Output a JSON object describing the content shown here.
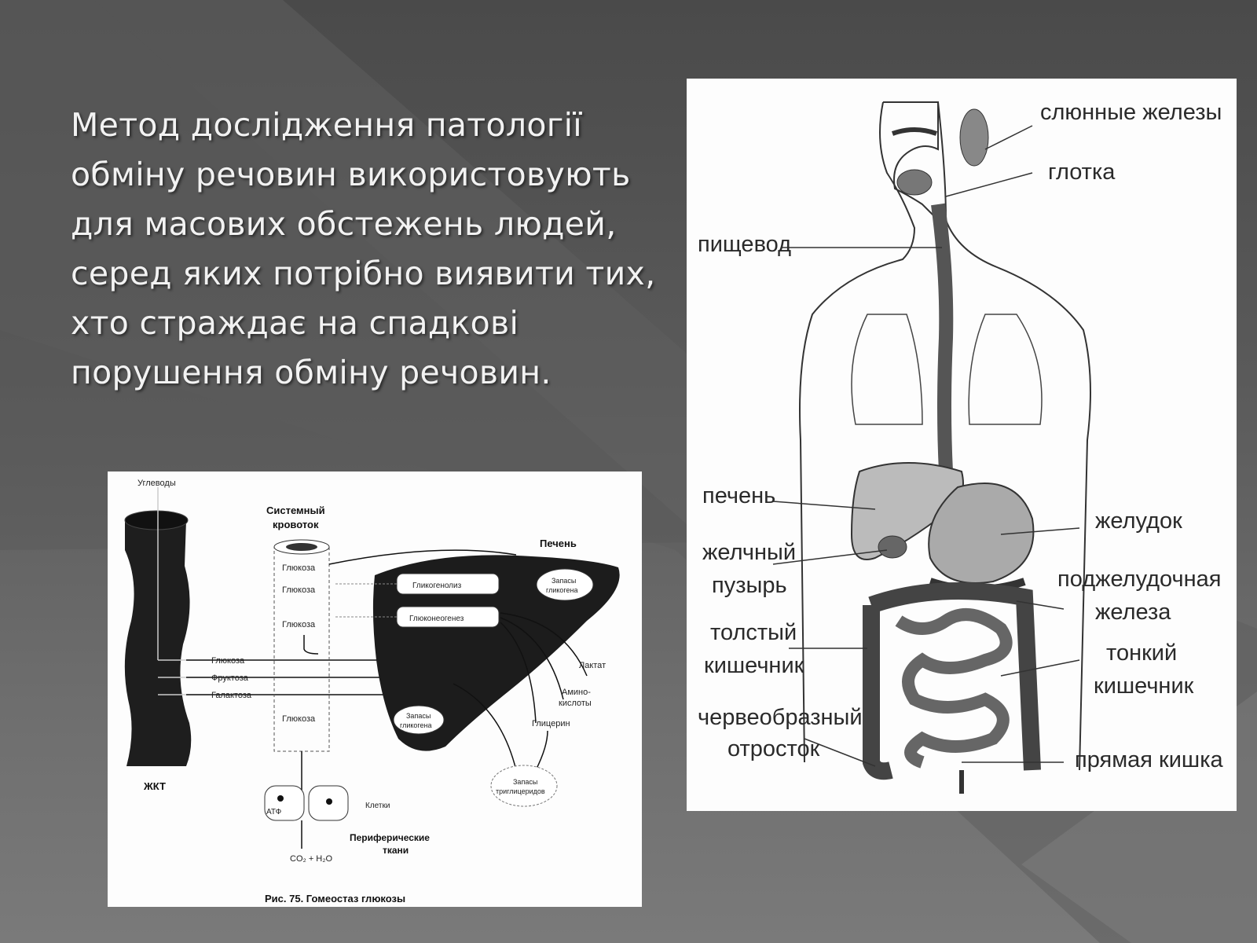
{
  "slide": {
    "text_lines": [
      "Метод дослідження патології",
      "обміну речовин використовують",
      "для масових обстежень людей,",
      "серед яких потрібно виявити тих,",
      "хто страждає на спадкові",
      "порушення обміну речовин."
    ]
  },
  "glucose_diagram": {
    "carbs": "Углеводы",
    "gut": "ЖКТ",
    "circulation_1": "Системный",
    "circulation_2": "кровоток",
    "liver": "Печень",
    "glucose_1": "Глюкоза",
    "glucose_2": "Глюкоза",
    "glucose_3": "Глюкоза",
    "glucose_4": "Глюкоза",
    "glycogenolysis": "Гликогенолиз",
    "gluconeogenesis": "Глюконеогенез",
    "glycogen_stores_1a": "Запасы",
    "glycogen_stores_1b": "гликогена",
    "glycogen_stores_2a": "Запасы",
    "glycogen_stores_2b": "гликогена",
    "in_glucose": "Глюкоза",
    "in_fructose": "Фруктоза",
    "in_galactose": "Галактоза",
    "lactate": "Лактат",
    "amino_1": "Амино-",
    "amino_2": "кислоты",
    "glycerol": "Глицерин",
    "tg_1": "Запасы",
    "tg_2": "триглицеридов",
    "atp": "АТФ",
    "cells": "Клетки",
    "peripheral_1": "Периферические",
    "peripheral_2": "ткани",
    "products": "CO₂ + H₂O",
    "caption": "Рис. 75. Гомеостаз глюкозы"
  },
  "anatomy_diagram": {
    "salivary_glands": "слюнные железы",
    "pharynx": "глотка",
    "esophagus": "пищевод",
    "liver": "печень",
    "stomach": "желудок",
    "gallbladder_1": "желчный",
    "gallbladder_2": "пузырь",
    "pancreas_1": "поджелудочная",
    "pancreas_2": "железа",
    "colon_1": "толстый",
    "colon_2": "кишечник",
    "small_int_1": "тонкий",
    "small_int_2": "кишечник",
    "appendix_1": "червеобразный",
    "appendix_2": "отросток",
    "rectum": "прямая кишка"
  }
}
